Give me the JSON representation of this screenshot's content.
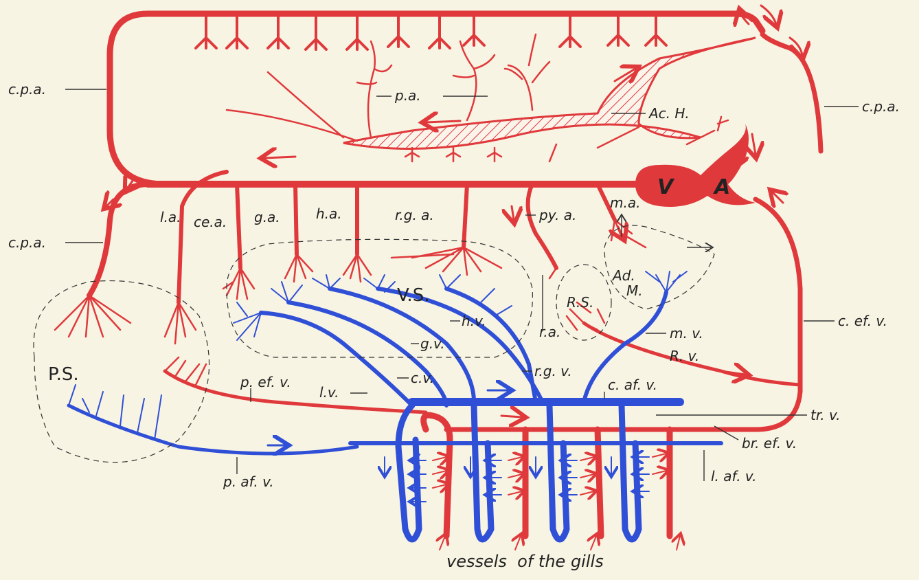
{
  "colors": {
    "artery": "#e0393c",
    "vein": "#2f4fd6",
    "paper": "#f7f4e3",
    "ink": "#222222"
  },
  "labels": {
    "cpa_top_left": "c.p.a.",
    "cpa_right": "c.p.a.",
    "cpa_mid_left": "c.p.a.",
    "pa": "p.a.",
    "ach": "Ac. H.",
    "v": "V",
    "a": "A",
    "la": "l.a.",
    "cea": "ce.a.",
    "ga": "g.a.",
    "ha": "h.a.",
    "rga": "r.g. a.",
    "pya": "py. a.",
    "ma": "m.a.",
    "vs": "V.S.",
    "rs": "R.S.",
    "ad": "Ad.",
    "m": "M.",
    "ps": "P.S.",
    "hv": "h.v.",
    "gv": "g.v.",
    "ra": "r.a.",
    "mv": "m. v.",
    "cefv": "c. ef. v.",
    "rv": "R. v.",
    "rgv": "r.g. v.",
    "cv": "c.v.",
    "lv": "l.v.",
    "pefv": "p. ef. v.",
    "cafv": "c. af. v.",
    "trv": "tr. v.",
    "brefv": "br. ef. v.",
    "lafv": "l. af. v.",
    "pafv": "p. af. v."
  },
  "caption": "vessels  of the gills"
}
